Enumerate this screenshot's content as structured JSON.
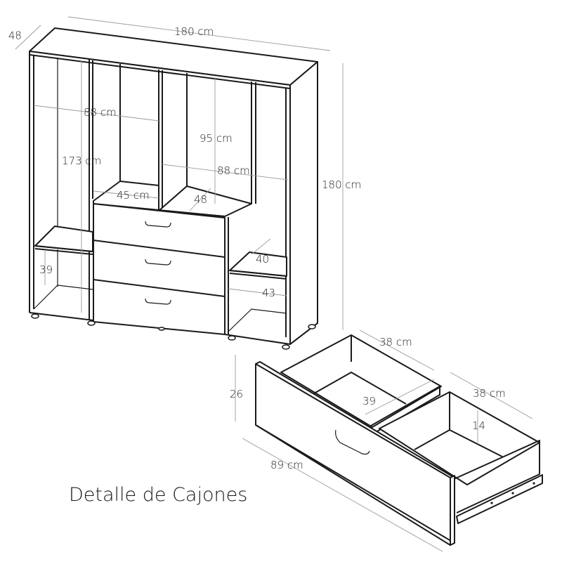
{
  "title": "Detalle de Cajones",
  "colors": {
    "line": "#1a1a1a",
    "dimension": "#9a9a9a",
    "background": "#ffffff"
  },
  "wardrobe": {
    "depth": "48",
    "width": "180 cm",
    "height": "180 cm",
    "inner_height_left": "173 cm",
    "hanging_width_left": "88 cm",
    "hanging_height_right": "95 cm",
    "hanging_width_right": "88 cm",
    "chest_top_width": "45 cm",
    "chest_top_depth": "48",
    "left_shelf_height": "39",
    "right_shelf_depth": "40",
    "right_shelf_width": "43"
  },
  "drawers": {
    "front_height": "26",
    "front_width": "89 cm",
    "box1_depth": "38 cm",
    "box1_width": "39",
    "box2_depth": "38 cm",
    "box2_height": "14"
  }
}
